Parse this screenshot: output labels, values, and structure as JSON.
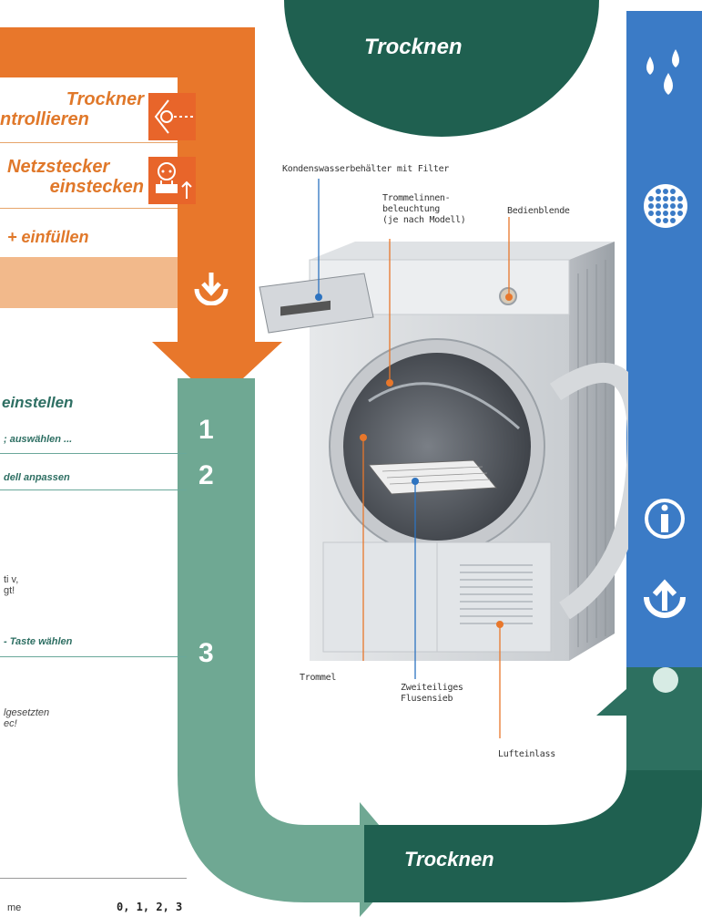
{
  "header": {
    "title_top": "Trocknen",
    "title_bottom": "Trocknen"
  },
  "orange_steps": [
    {
      "label_line1": "Trockner",
      "label_line2": "ntrollieren",
      "icon": "eye-sensor-icon"
    },
    {
      "label_line1": "Netzstecker",
      "label_line2": "einstecken",
      "icon": "plug-socket-icon"
    },
    {
      "label_line1": "+ einfüllen",
      "label_line2": ""
    }
  ],
  "teal_section": {
    "heading": "einstellen",
    "rows": [
      "; auswählen ...",
      "dell anpassen",
      "ti v,\ngt!",
      "- Taste wählen",
      "lgesetzten\nec!"
    ],
    "numbers": [
      "1",
      "2",
      "3"
    ],
    "footer_left": "me",
    "footer_right": "0, 1, 2, 3"
  },
  "callouts": {
    "condensate": "Kondenswasserbehälter mit Filter",
    "drum_light": "Trommelinnen-\nbeleuchtung\n(je nach Modell)",
    "control_panel": "Bedienblende",
    "drum": "Trommel",
    "lint_filter": "Zweiteiliges\nFlusensieb",
    "air_inlet": "Lufteinlass"
  },
  "sidebar_icons": [
    "water-drops-icon",
    "drum-holes-icon",
    "info-icon",
    "arrow-up-circle-icon",
    "dot-icon"
  ],
  "colors": {
    "orange": "#e8772b",
    "teal": "#6fa893",
    "dark_green": "#1f6050",
    "blue": "#3b7bc6"
  }
}
